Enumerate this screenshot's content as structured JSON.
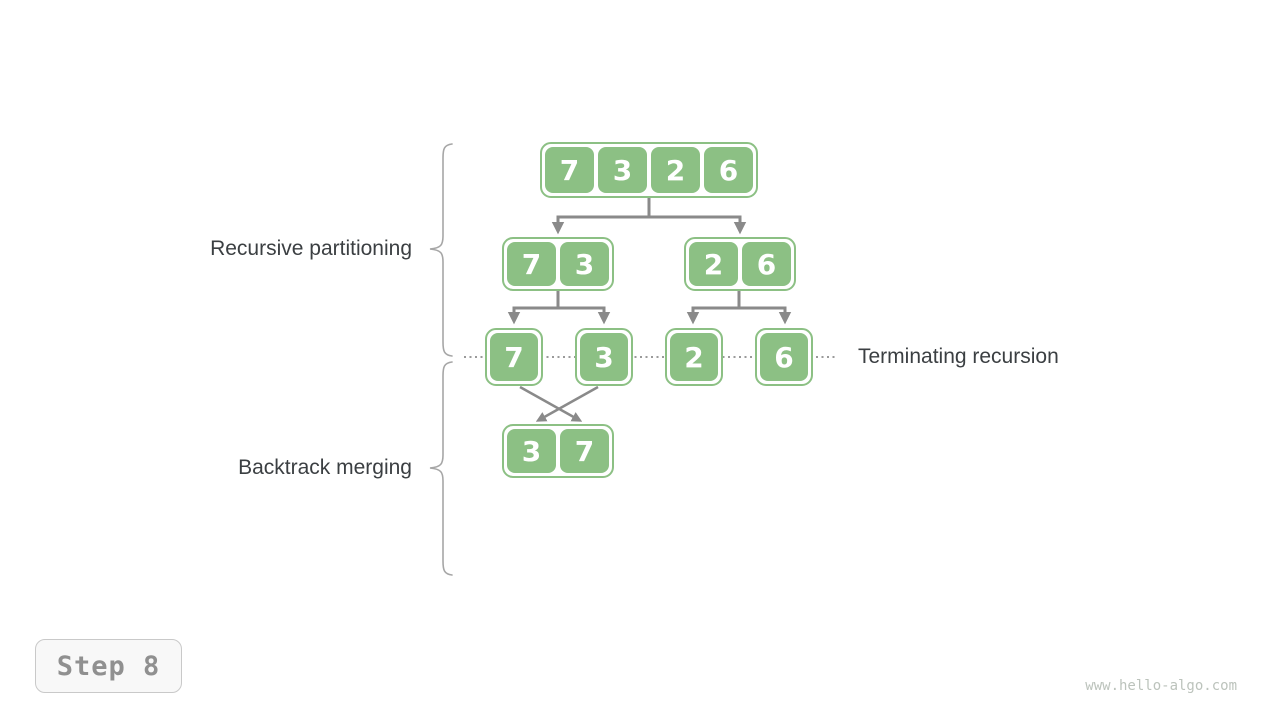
{
  "labels": {
    "recursive_partitioning": "Recursive partitioning",
    "backtrack_merging": "Backtrack merging",
    "terminating_recursion": "Terminating recursion"
  },
  "tree": {
    "root": [
      "7",
      "3",
      "2",
      "6"
    ],
    "left_pair": [
      "7",
      "3"
    ],
    "right_pair": [
      "2",
      "6"
    ],
    "leaves": [
      "7",
      "3",
      "2",
      "6"
    ],
    "merged": [
      "3",
      "7"
    ]
  },
  "step_badge": {
    "label": "Step 8"
  },
  "watermark": {
    "text": "www.hello-algo.com"
  },
  "colors": {
    "cell_green": "#8cc084",
    "arrow_gray": "#8a8a8a",
    "dotted_line_gray": "#9a9a9a",
    "brace_gray": "#a6a6a6",
    "label_text": "#3b3f42",
    "badge_text": "#909090",
    "badge_background": "#f8f8f8",
    "watermark_text": "#bcc3bc"
  }
}
